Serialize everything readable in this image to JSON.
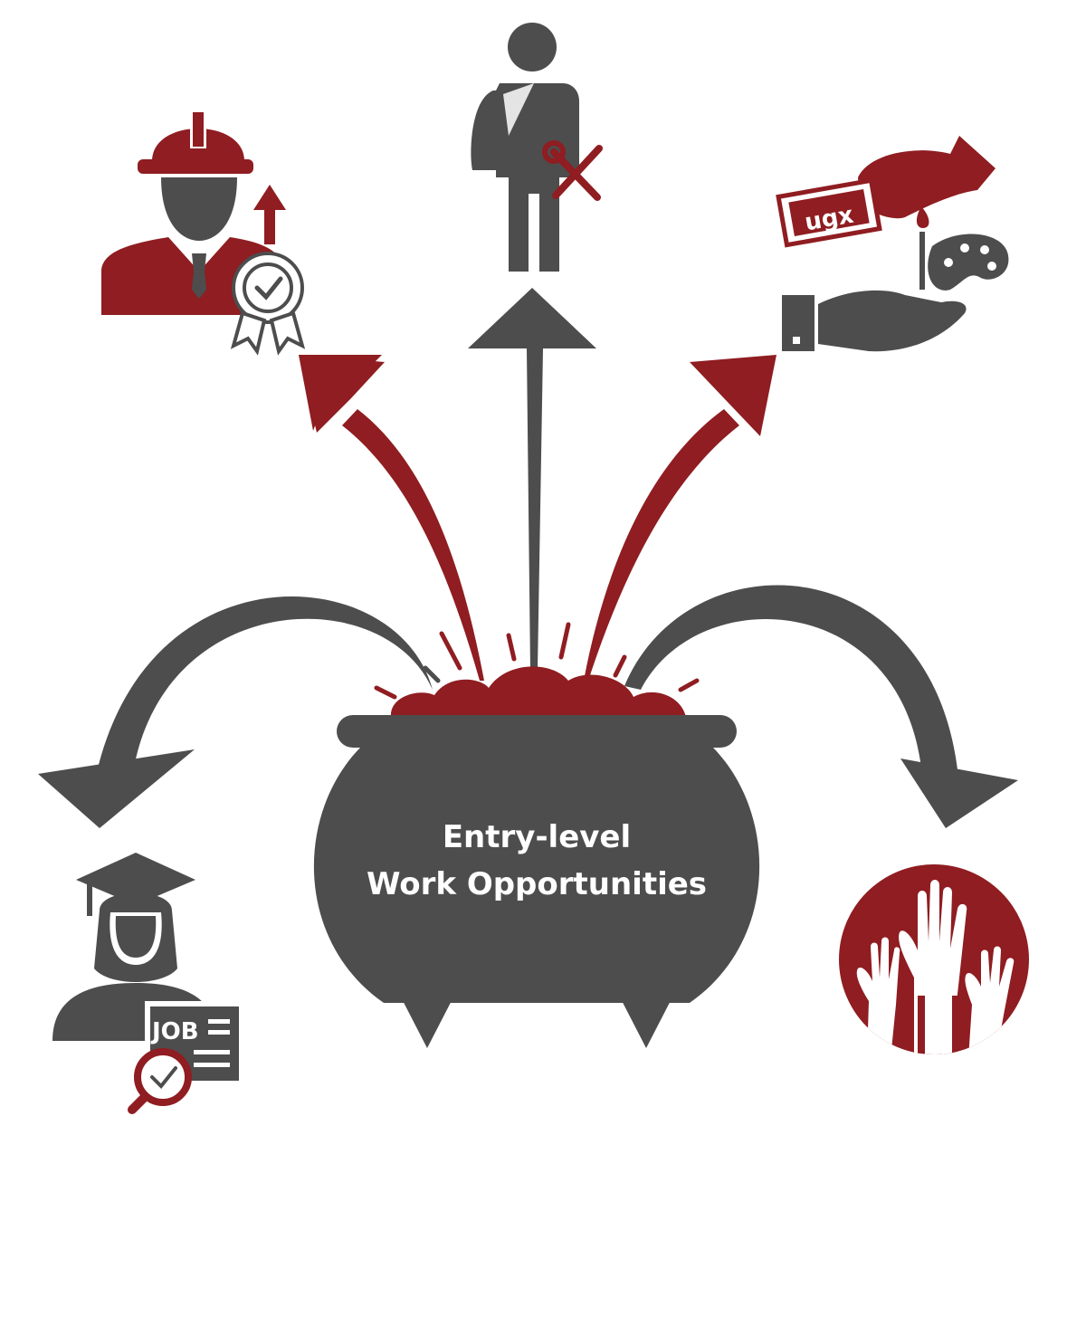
{
  "pot": {
    "title_line1": "Entry-level",
    "title_line2": "Work Opportunities"
  },
  "icons": {
    "money_note_label": "ugx",
    "job_doc_label": "JOB"
  },
  "colors": {
    "red": "#8f1d21",
    "gray": "#4d4d4d",
    "white": "#ffffff"
  },
  "icon_names": [
    "construction-worker-certified-icon",
    "student-with-tools-icon",
    "payment-for-art-icon",
    "graduate-job-search-icon",
    "volunteer-hands-icon"
  ]
}
